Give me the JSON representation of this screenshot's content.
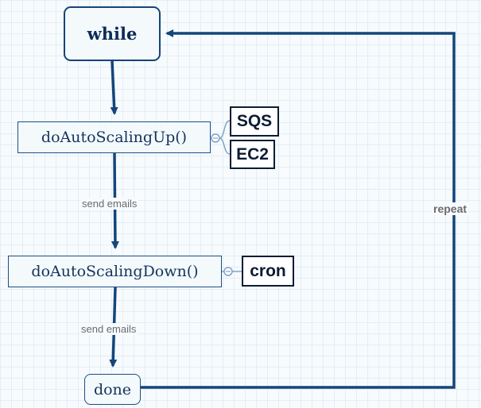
{
  "diagram": {
    "nodes": {
      "loop_start": "while",
      "scale_up": "doAutoScalingUp()",
      "scale_down": "doAutoScalingDown()",
      "end": "done"
    },
    "tags": {
      "scale_up": [
        "SQS",
        "EC2"
      ],
      "scale_down": [
        "cron"
      ]
    },
    "edge_labels": {
      "up_to_down": "send emails",
      "down_to_done": "send emails",
      "loop_back": "repeat"
    },
    "colors": {
      "connector": "#14457b",
      "node_border": "#1b4f86",
      "tag_border": "#0b1c33",
      "grid": "#e3eef4",
      "background": "#f7fbfd"
    }
  }
}
